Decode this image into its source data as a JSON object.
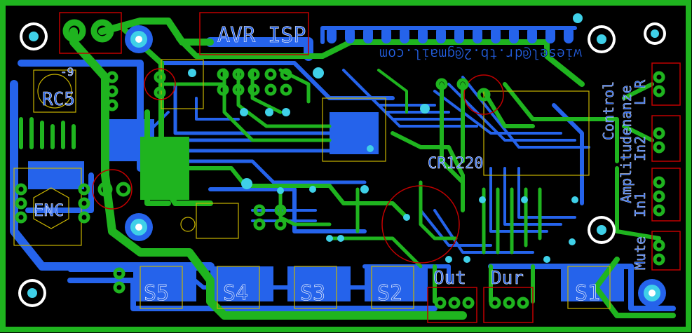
{
  "colors": {
    "background": "#000000",
    "top_copper": "#1fb41f",
    "bottom_copper": "#2563eb",
    "silkscreen": "#c8b400",
    "outline_red": "#c00000",
    "drill_cyan": "#3fd0e8"
  },
  "labels": {
    "isp": "AVR ISP",
    "rc5": "RC5",
    "enc": "ENC",
    "s5": "S5",
    "s4": "S4",
    "s3": "S3",
    "s2": "S2",
    "s1": "S1",
    "out": "Out",
    "dur": "Dur",
    "email": "wiesel@dr.tb.2@gmail.com",
    "amp": "Amplitudenanze",
    "control": "Control",
    "lr": "L R",
    "in2": "In2",
    "in1": "In1",
    "mute": "Mute",
    "cr": "CR1220",
    "minus": "-9"
  }
}
